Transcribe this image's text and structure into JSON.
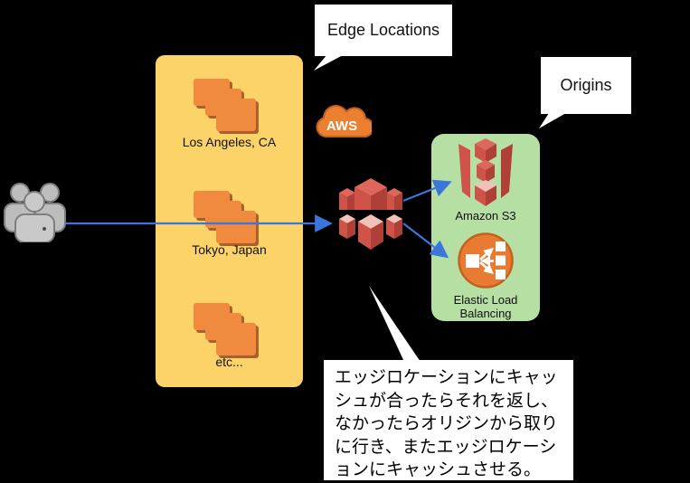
{
  "diagram_title": "CloudFront edge-location caching diagram",
  "callouts": {
    "edge_locations": {
      "label": "Edge Locations"
    },
    "origins": {
      "label": "Origins"
    },
    "note": {
      "text": "エッジロケーションにキャッシュが合ったらそれを返し、なかったらオリジンから取りに行き、またエッジロケーションにキャッシュさせる。"
    }
  },
  "aws_cloud": {
    "label": "AWS"
  },
  "edge_panel": {
    "color": "#FCD368",
    "locations": [
      {
        "label": "Los Angeles, CA",
        "icon": "cache-stack-icon"
      },
      {
        "label": "Tokyo, Japan",
        "icon": "cache-stack-icon"
      },
      {
        "label": "etc...",
        "icon": "cache-stack-icon"
      }
    ]
  },
  "origins_panel": {
    "color": "#B6DFA3",
    "services": [
      {
        "label": "Amazon S3",
        "icon": "s3-bucket-icon"
      },
      {
        "label": "Elastic Load Balancing",
        "icon": "elastic-load-balancing-icon"
      }
    ]
  },
  "actors": {
    "users": {
      "icon": "users-group-icon"
    }
  },
  "center_node": {
    "icon": "cloudfront-icon"
  },
  "colors": {
    "background": "#000000",
    "arrow_blue": "#3B76DB",
    "panel_yellow": "#FCD368",
    "panel_green": "#B6DFA3",
    "aws_orange": "#EB8030",
    "icon_orange": "#F08A3E",
    "icon_orange_shadow": "#A9602A",
    "icon_red": "#CF5348",
    "icon_red_dark": "#AE4037",
    "icon_red_light": "#DC675A",
    "icon_pink": "#F3C1B8",
    "users_gray": "#C2C2C2",
    "callout_bg": "#FFFFFF"
  }
}
